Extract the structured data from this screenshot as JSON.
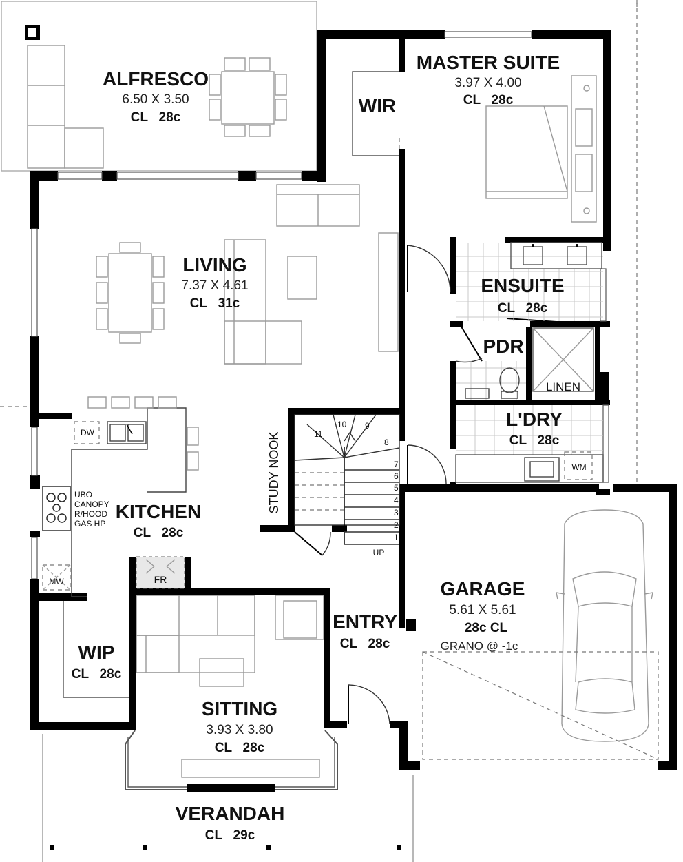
{
  "rooms": {
    "alfresco": {
      "name": "ALFRESCO",
      "dims": "6.50 X 3.50",
      "cl": "CL   28c"
    },
    "master_suite": {
      "name": "MASTER SUITE",
      "dims": "3.97 X 4.00",
      "cl": "CL   28c"
    },
    "wir": {
      "name": "WIR"
    },
    "living": {
      "name": "LIVING",
      "dims": "7.37 X 4.61",
      "cl": "CL   31c"
    },
    "ensuite": {
      "name": "ENSUITE",
      "cl": "CL   28c"
    },
    "pdr": {
      "name": "PDR"
    },
    "linen": {
      "name": "LINEN"
    },
    "laundry": {
      "name": "L'DRY",
      "cl": "CL   28c"
    },
    "study_nook": {
      "name": "STUDY NOOK"
    },
    "kitchen": {
      "name": "KITCHEN",
      "cl": "CL   28c"
    },
    "garage": {
      "name": "GARAGE",
      "dims": "5.61 X 5.61",
      "cl": "28c CL",
      "note": "GRANO @ -1c"
    },
    "entry": {
      "name": "ENTRY",
      "cl": "CL   28c"
    },
    "wip": {
      "name": "WIP",
      "cl": "CL   28c"
    },
    "sitting": {
      "name": "SITTING",
      "dims": "3.93 X 3.80",
      "cl": "CL   28c"
    },
    "verandah": {
      "name": "VERANDAH",
      "cl": "CL   29c"
    }
  },
  "fixtures": {
    "dw": "DW",
    "fr": "FR",
    "mw": "MW",
    "wm": "WM",
    "appliance_lines": [
      "UBO",
      "CANOPY",
      "R/HOOD",
      "GAS HP"
    ]
  },
  "stairs": {
    "treads": [
      "1",
      "2",
      "3",
      "4",
      "5",
      "6",
      "7",
      "8",
      "9",
      "10",
      "11"
    ],
    "direction": "UP"
  }
}
